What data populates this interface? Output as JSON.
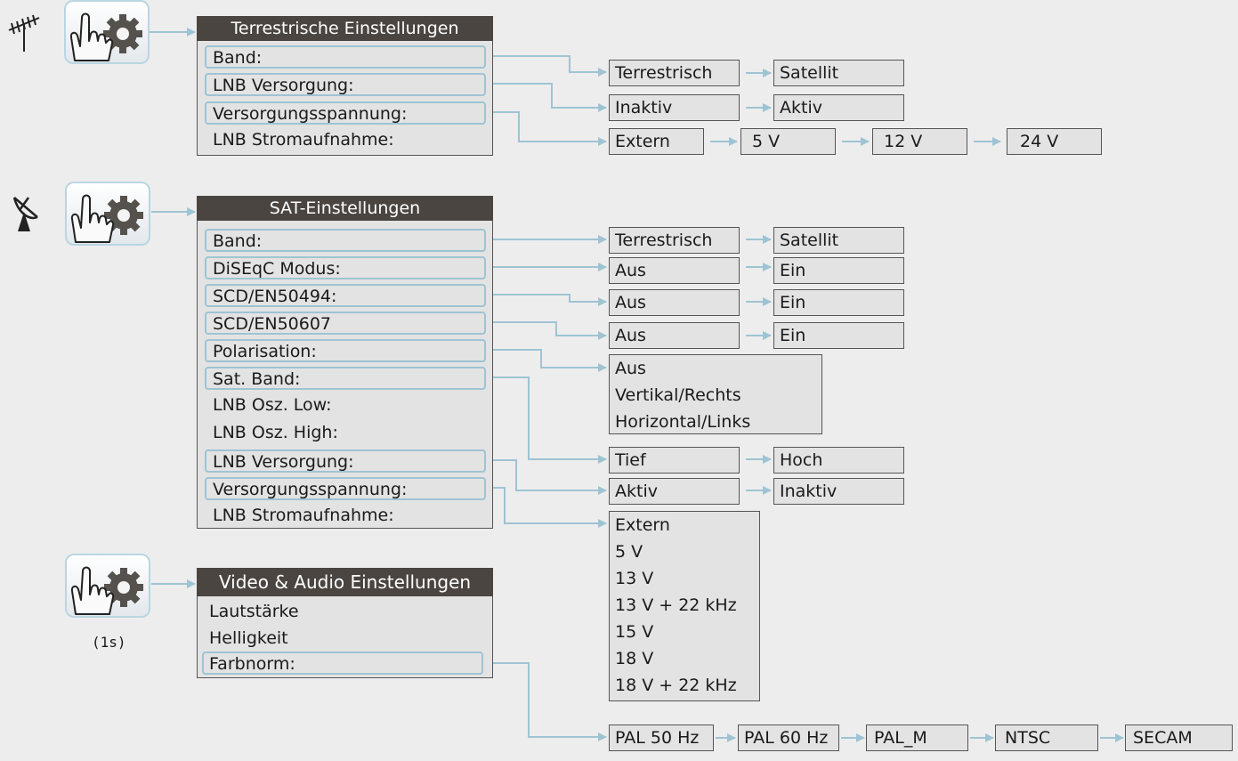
{
  "colors": {
    "connector": "#9ec4d4",
    "header_bg": "#4a4541",
    "box_bg": "#e3e3e3"
  },
  "icons": [
    "antenna-icon",
    "satellite-dish-icon",
    "hand-pointer-icon",
    "gear-icon"
  ],
  "terrestrial": {
    "title": "Terrestrische Einstellungen",
    "items": [
      "Band:",
      "LNB Versorgung:",
      "Versorgungsspannung:",
      "LNB Stromaufnahme:"
    ],
    "band_opts": [
      "Terrestrisch",
      "Satellit"
    ],
    "lnb_opts": [
      "Inaktiv",
      "Aktiv"
    ],
    "volt_opts": [
      "Extern",
      "5 V",
      "12 V",
      "24 V"
    ]
  },
  "sat": {
    "title": "SAT-Einstellungen",
    "items": [
      "Band:",
      "DiSEqC Modus:",
      "SCD/EN50494:",
      "SCD/EN50607",
      "Polarisation:",
      "Sat. Band:",
      "LNB Osz. Low:",
      "LNB Osz. High:",
      "LNB Versorgung:",
      "Versorgungsspannung:",
      "LNB Stromaufnahme:"
    ],
    "band_opts": [
      "Terrestrisch",
      "Satellit"
    ],
    "diseqc_opts": [
      "Aus",
      "Ein"
    ],
    "scd494_opts": [
      "Aus",
      "Ein"
    ],
    "scd607_opts": [
      "Aus",
      "Ein"
    ],
    "pol_opts": [
      "Aus",
      "Vertikal/Rechts",
      "Horizontal/Links"
    ],
    "satband_opts": [
      "Tief",
      "Hoch"
    ],
    "lnb_opts": [
      "Aktiv",
      "Inaktiv"
    ],
    "volt_opts": [
      "Extern",
      "5 V",
      "13 V",
      "13 V + 22 kHz",
      "15 V",
      "18 V",
      "18 V + 22 kHz"
    ]
  },
  "video": {
    "title": "Video & Audio Einstellungen",
    "items": [
      "Lautstärke",
      "Helligkeit",
      "Farbnorm:"
    ],
    "norm_opts": [
      "PAL 50 Hz",
      "PAL 60 Hz",
      "PAL_M",
      "NTSC",
      "SECAM"
    ],
    "press_note": "(1s)"
  }
}
